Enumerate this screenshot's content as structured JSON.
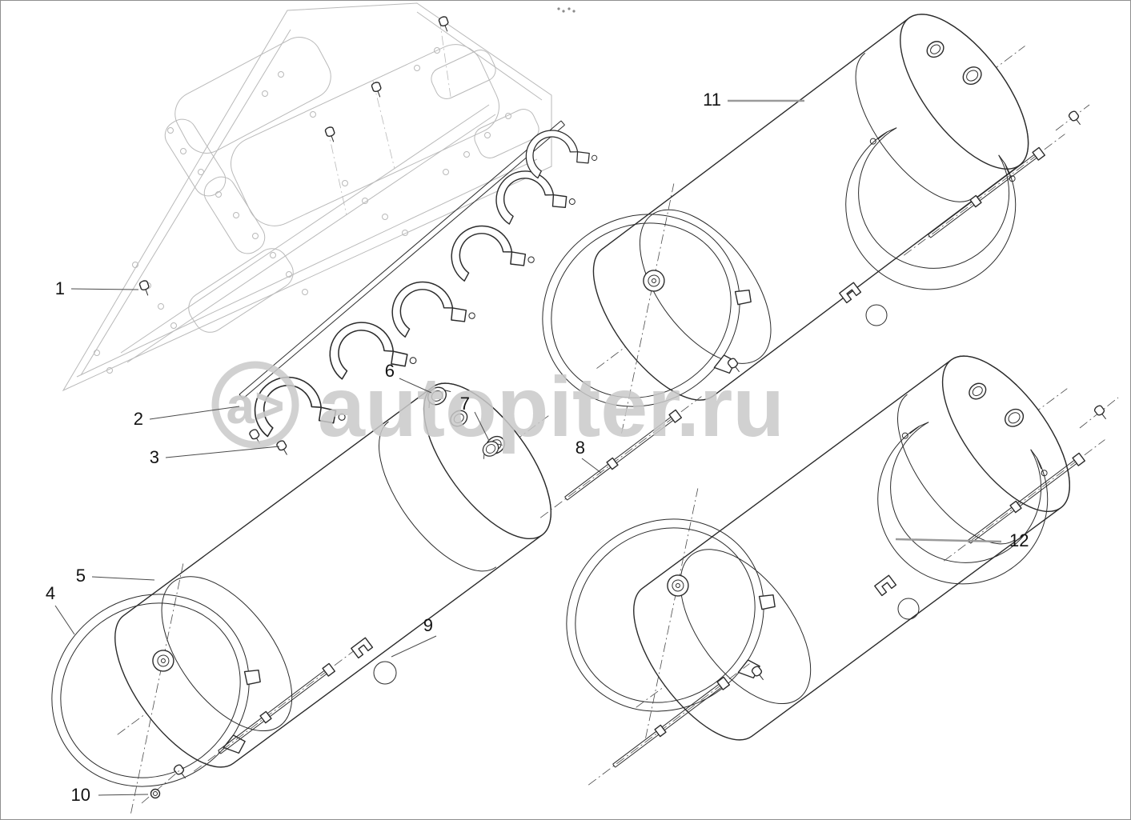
{
  "colors": {
    "ink": "#2b2b2b",
    "frame": "#b9b9b9",
    "wm": "#c9c9c9",
    "leader": "#9a9a9a"
  },
  "watermark": {
    "logo": "a>",
    "text": "autopiter.ru"
  },
  "callouts": [
    {
      "label": "1"
    },
    {
      "label": "2"
    },
    {
      "label": "3"
    },
    {
      "label": "4"
    },
    {
      "label": "5"
    },
    {
      "label": "6"
    },
    {
      "label": "7"
    },
    {
      "label": "8"
    },
    {
      "label": "9"
    },
    {
      "label": "10"
    },
    {
      "label": "11"
    },
    {
      "label": "12"
    }
  ]
}
